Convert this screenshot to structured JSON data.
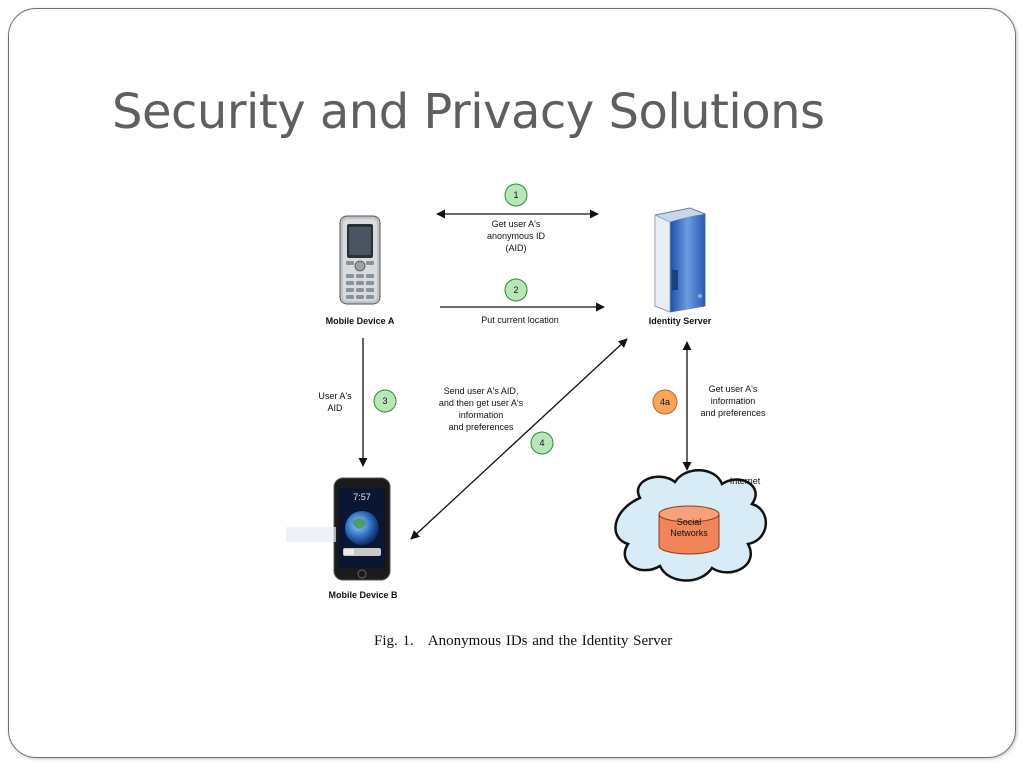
{
  "slide": {
    "title": "Security and Privacy Solutions"
  },
  "diagram": {
    "nodes": {
      "mobile_a": "Mobile Device A",
      "identity_server": "Identity Server",
      "mobile_b": "Mobile Device B",
      "internet": "Internet",
      "social_networks": "Social\nNetworks",
      "phone_time": "7:57"
    },
    "steps": {
      "s1": {
        "badge": "1",
        "text": "Get user A's\nanonymous ID\n(AID)"
      },
      "s2": {
        "badge": "2",
        "text": "Put current location"
      },
      "s3": {
        "badge": "3",
        "text": "User A's\nAID"
      },
      "s4": {
        "badge": "4",
        "text": "Send user A's AID,\nand then get user A's\ninformation\nand preferences"
      },
      "s4a": {
        "badge": "4a",
        "text": "Get user A's\ninformation\nand preferences"
      }
    },
    "colors": {
      "green_badge": "#b8e6b8",
      "orange_badge": "#f5a55c",
      "server_blue": "#3f74c8",
      "cloud_fill": "#d8ecf8",
      "db_fill": "#f2845a"
    },
    "caption": {
      "number": "Fig. 1.",
      "text": "Anonymous IDs and the Identity Server"
    }
  }
}
